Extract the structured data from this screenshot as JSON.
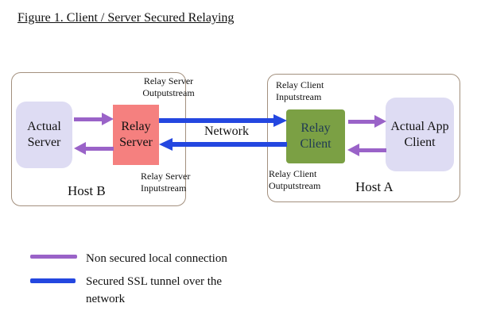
{
  "title": "Figure 1. Client / Server Secured Relaying",
  "hosts": {
    "host_b": "Host B",
    "host_a": "Host A"
  },
  "nodes": {
    "actual_server": "Actual Server",
    "relay_server": "Relay Server",
    "relay_client": "Relay Client",
    "actual_app_client": "Actual App Client"
  },
  "stream_labels": {
    "relay_server_out": "Relay Server\nOutputstream",
    "relay_server_in": "Relay Server\nInputstream",
    "relay_client_in": "Relay Client\nInputstream",
    "relay_client_out": "Relay Client\nOutputstream"
  },
  "network_label": "Network",
  "legend": {
    "non_secured": "Non secured local connection",
    "secured": "Secured SSL tunnel over the\nnetwork"
  },
  "colors": {
    "purple": "#9a63c8",
    "blue": "#2447e0",
    "salmon": "#f5807f",
    "green": "#7ba044",
    "lavender": "#dedcf3",
    "border": "#a3907e",
    "relay_client_text": "#203a54"
  }
}
